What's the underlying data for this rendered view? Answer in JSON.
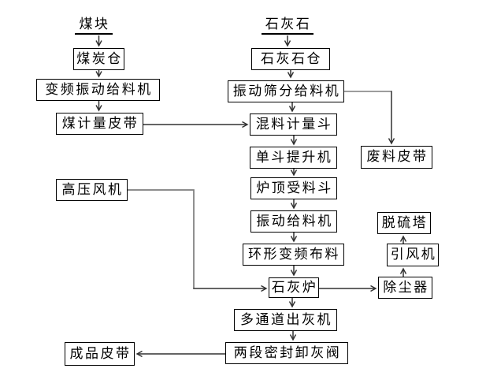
{
  "diagram": {
    "type": "flowchart",
    "language": "zh-CN",
    "nodes": {
      "coal_block": {
        "label": "煤块",
        "shape": "underlined-label"
      },
      "coal_bin": {
        "label": "煤炭仓",
        "shape": "box"
      },
      "vf_vib_feeder": {
        "label": "变频振动给料机",
        "shape": "box"
      },
      "coal_weigh_belt": {
        "label": "煤计量皮带",
        "shape": "box"
      },
      "limestone": {
        "label": "石灰石",
        "shape": "underlined-label"
      },
      "limestone_bin": {
        "label": "石灰石仓",
        "shape": "box"
      },
      "vib_screen_feeder": {
        "label": "振动筛分给料机",
        "shape": "box"
      },
      "mix_weigh_hopper": {
        "label": "混料计量斗",
        "shape": "box"
      },
      "bucket_elevator": {
        "label": "单斗提升机",
        "shape": "box"
      },
      "top_hopper": {
        "label": "炉顶受料斗",
        "shape": "box"
      },
      "vib_feeder": {
        "label": "振动给料机",
        "shape": "box"
      },
      "ring_distributor": {
        "label": "环形变频布料",
        "shape": "box"
      },
      "lime_kiln": {
        "label": "石灰炉",
        "shape": "box"
      },
      "waste_belt": {
        "label": "废料皮带",
        "shape": "box"
      },
      "hp_fan": {
        "label": "高压风机",
        "shape": "box"
      },
      "desulf_tower": {
        "label": "脱硫塔",
        "shape": "box"
      },
      "id_fan": {
        "label": "引风机",
        "shape": "box"
      },
      "dust_collector": {
        "label": "除尘器",
        "shape": "box"
      },
      "ash_discharger": {
        "label": "多通道出灰机",
        "shape": "box"
      },
      "ash_valve": {
        "label": "两段密封卸灰阀",
        "shape": "box"
      },
      "product_belt": {
        "label": "成品皮带",
        "shape": "box"
      }
    },
    "edges": [
      {
        "from": "煤块",
        "to": "煤炭仓"
      },
      {
        "from": "煤炭仓",
        "to": "变频振动给料机"
      },
      {
        "from": "变频振动给料机",
        "to": "煤计量皮带"
      },
      {
        "from": "煤计量皮带",
        "to": "混料计量斗"
      },
      {
        "from": "石灰石",
        "to": "石灰石仓"
      },
      {
        "from": "石灰石仓",
        "to": "振动筛分给料机"
      },
      {
        "from": "振动筛分给料机",
        "to": "混料计量斗"
      },
      {
        "from": "振动筛分给料机",
        "to": "废料皮带"
      },
      {
        "from": "混料计量斗",
        "to": "单斗提升机"
      },
      {
        "from": "单斗提升机",
        "to": "炉顶受料斗"
      },
      {
        "from": "炉顶受料斗",
        "to": "振动给料机"
      },
      {
        "from": "振动给料机",
        "to": "环形变频布料"
      },
      {
        "from": "环形变频布料",
        "to": "石灰炉"
      },
      {
        "from": "高压风机",
        "to": "石灰炉"
      },
      {
        "from": "石灰炉",
        "to": "除尘器"
      },
      {
        "from": "除尘器",
        "to": "引风机"
      },
      {
        "from": "引风机",
        "to": "脱硫塔"
      },
      {
        "from": "石灰炉",
        "to": "多通道出灰机"
      },
      {
        "from": "多通道出灰机",
        "to": "两段密封卸灰阀"
      },
      {
        "from": "两段密封卸灰阀",
        "to": "成品皮带"
      }
    ],
    "colors": {
      "background": "#ffffff",
      "box_border": "#000000",
      "text": "#000000",
      "arrow": "#303030",
      "elbow_line": "#7d7d7d"
    }
  }
}
